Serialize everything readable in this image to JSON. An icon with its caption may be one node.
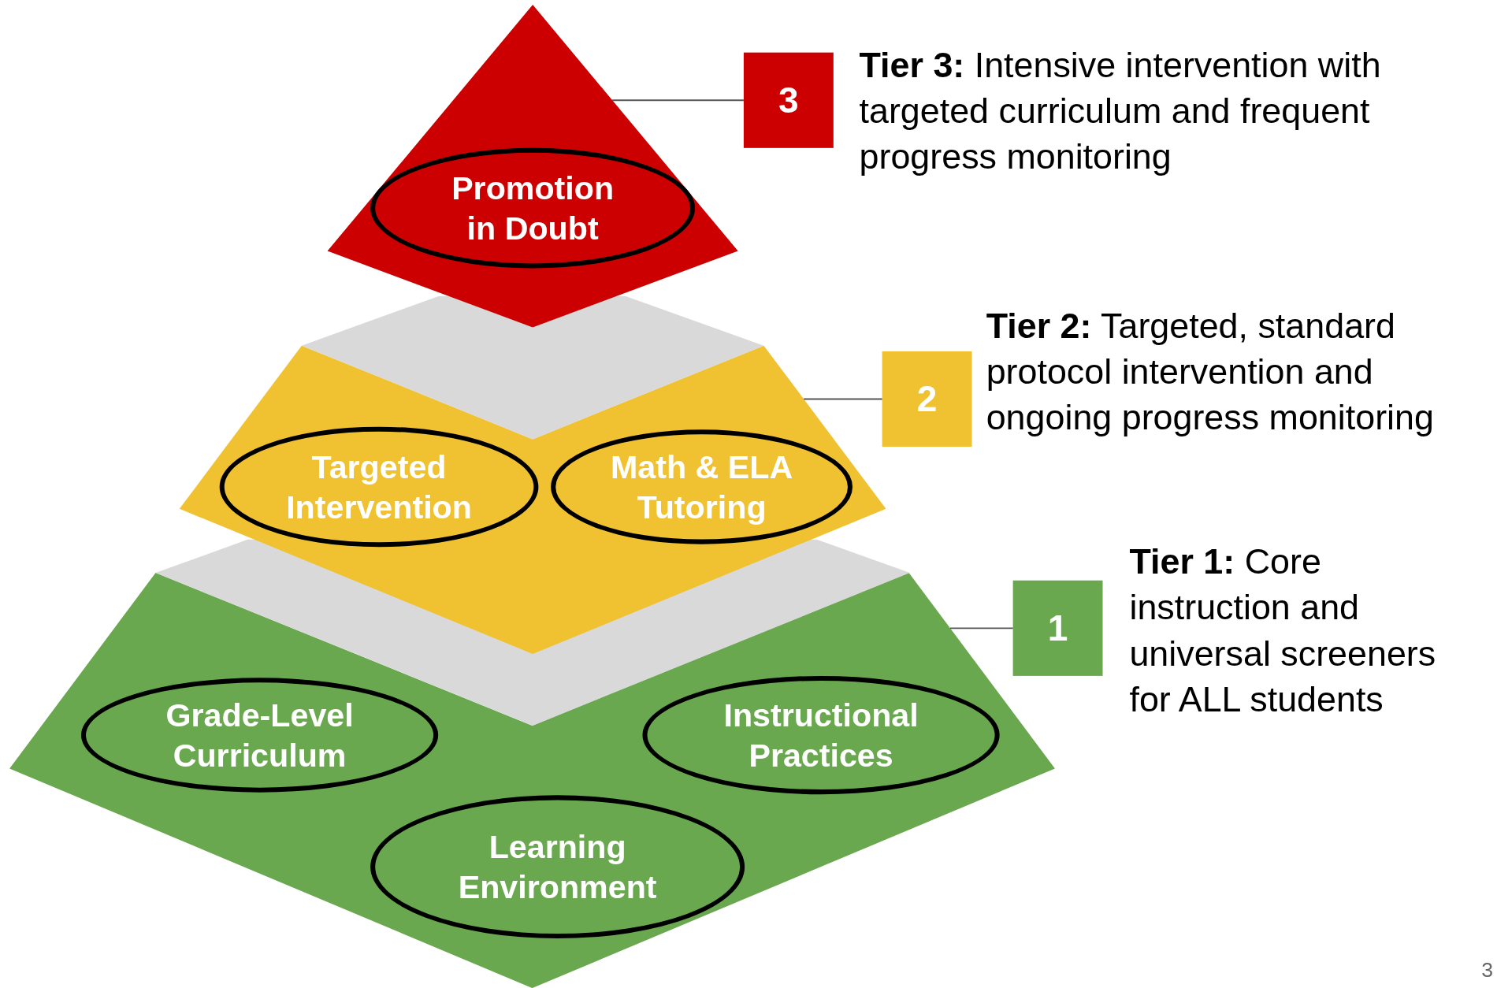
{
  "diagram": {
    "nodes": [
      {
        "text": [],
        "shape": "triangle"
      },
      {
        "text": [
          "Promotion in Doubt"
        ],
        "in": 0
      },
      {
        "text": [
          "3"
        ],
        "beside": [
          "**Tier 3:** Intensive intervention with targeted curriculum and frequent progress monitoring"
        ]
      },
      {
        "text": [],
        "shape": "polygon"
      },
      {
        "text": [
          "Targeted Intervention"
        ],
        "in": 3
      },
      {
        "text": [
          "Math & ELA Tutoring"
        ],
        "in": 3
      },
      {
        "text": [
          "2"
        ],
        "beside": [
          "**Tier 2:** Targeted, standard protocol intervention and ongoing progress monitoring"
        ]
      },
      {
        "text": [],
        "shape": "polygon"
      },
      {
        "text": [
          "Grade-Level Curriculum"
        ],
        "in": 7
      },
      {
        "text": [
          "Instructional Practices"
        ],
        "in": 7
      },
      {
        "text": [
          "Learning Environment"
        ],
        "in": 7
      },
      {
        "text": [
          "1"
        ],
        "beside": [
          "**Tier 1:** Core instruction and universal screeners for ALL students"
        ]
      }
    ],
    "edges": [
      {
        "from": 0,
        "to": 2,
        "arrow": "none"
      },
      {
        "from": 3,
        "to": 6,
        "arrow": "none"
      },
      {
        "from": 7,
        "to": 11,
        "arrow": "none"
      }
    ],
    "labels": [
      "3"
    ]
  }
}
